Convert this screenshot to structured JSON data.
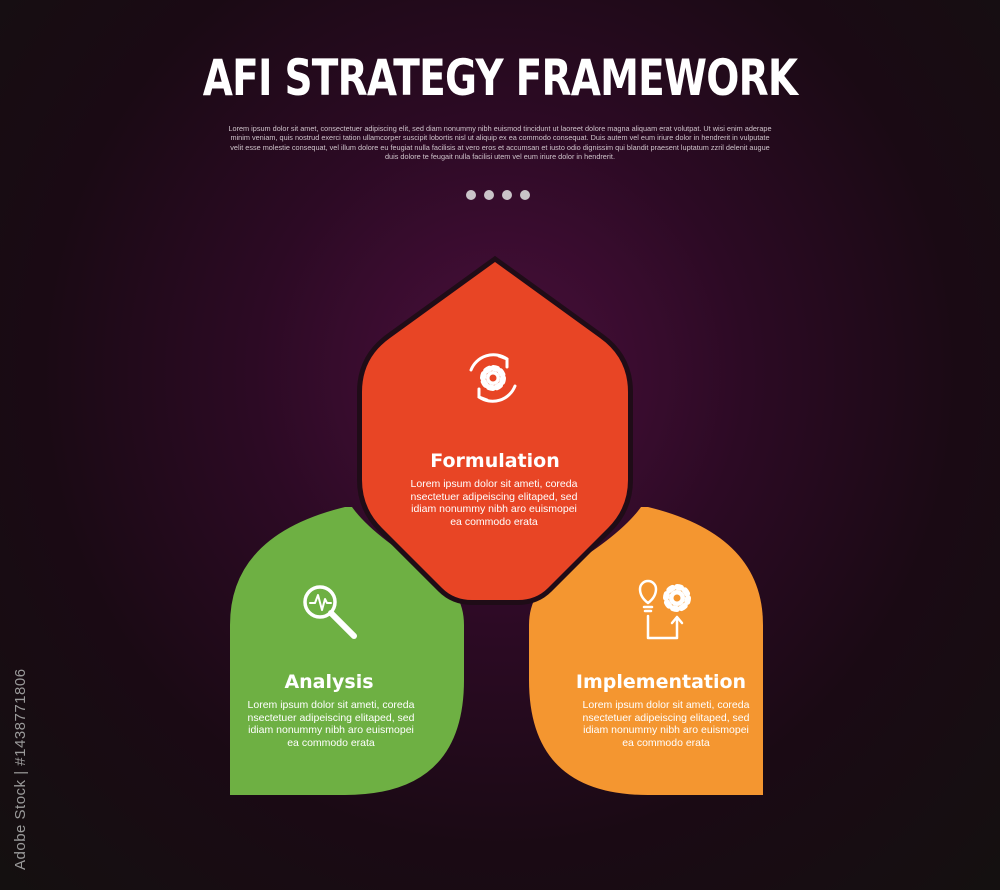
{
  "header": {
    "title": "AFI STRATEGY FRAMEWORK",
    "subtitle": "Lorem ipsum dolor sit amet, consectetuer adipiscing elit, sed diam nonummy nibh euismod tincidunt ut laoreet dolore magna aliquam erat volutpat. Ut wisi enim aderape minim veniam, quis nostrud exerci tation ullamcorper suscipit lobortis nisl ut aliquip ex ea commodo consequat. Duis autem vel eum iriure dolor in hendrerit in vulputate velit esse molestie consequat, vel illum dolore eu feugiat nulla facilisis at vero eros et accumsan et iusto odio dignissim qui blandit praesent luptatum zzril delenit augue duis dolore te feugait nulla facilisi utem vel eum iriure dolor in hendrerit."
  },
  "steps": [
    {
      "label": "Formulation",
      "description": "Lorem ipsum dolor sit ameti, coreda nsectetuer adipeiscing elitaped, sed idiam nonummy nibh aro euismopei ea commodo erata",
      "color": "#e84525",
      "icon": "gear-cycle-icon"
    },
    {
      "label": "Analysis",
      "description": "Lorem ipsum dolor sit ameti, coreda nsectetuer adipeiscing elitaped, sed idiam nonummy nibh aro euismopei ea commodo erata",
      "color": "#6eb043",
      "icon": "magnifier-pulse-icon"
    },
    {
      "label": "Implementation",
      "description": "Lorem ipsum dolor sit ameti, coreda nsectetuer adipeiscing elitaped, sed idiam nonummy nibh aro euismopei ea commodo erata",
      "color": "#f49630",
      "icon": "bulb-gear-icon"
    }
  ],
  "watermark": {
    "side_text": "Adobe Stock | #1438771806"
  }
}
